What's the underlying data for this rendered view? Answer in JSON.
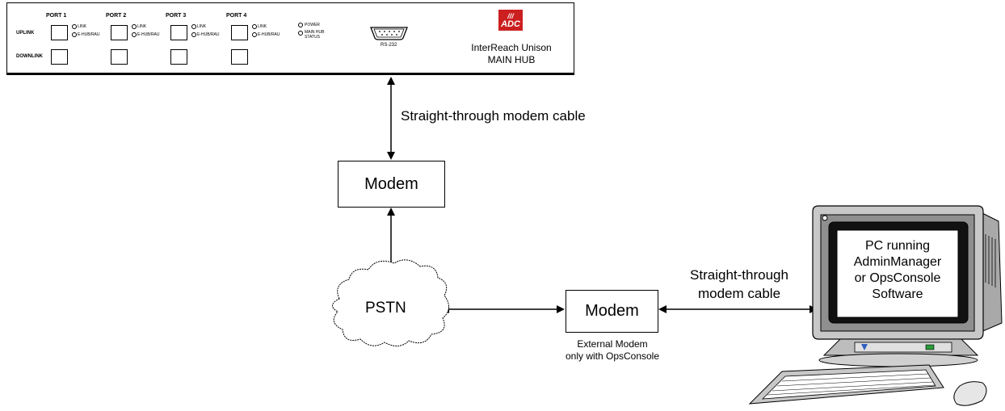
{
  "hub": {
    "ports": [
      "PORT 1",
      "PORT 2",
      "PORT 3",
      "PORT 4"
    ],
    "uplink_label": "UPLINK",
    "downlink_label": "DOWNLINK",
    "link_led": "LINK",
    "ehub_led": "E-HUB/RAU",
    "power_led": "POWER",
    "status_led": "MAIN HUB STATUS",
    "rs232_label": "RS-232",
    "brand_logo": "ADC",
    "product_name": "InterReach Unison",
    "product_sub": "MAIN HUB"
  },
  "cable_top_label": "Straight-through modem cable",
  "modem_top_label": "Modem",
  "pstn_label": "PSTN",
  "modem_bottom_label": "Modem",
  "modem_bottom_note_1": "External Modem",
  "modem_bottom_note_2": "only with OpsConsole",
  "cable_right_label_1": "Straight-through",
  "cable_right_label_2": "modem cable",
  "pc_screen_lines": [
    "PC running",
    "AdminManager",
    "or OpsConsole",
    "Software"
  ],
  "colors": {
    "logo_red": "#cc1f1f",
    "monitor_gray": "#bdbdbd",
    "screen_black": "#111111"
  }
}
